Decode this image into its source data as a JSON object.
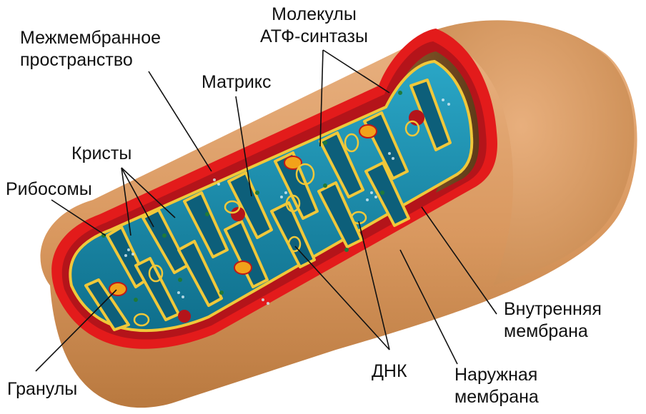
{
  "diagram": {
    "labels": {
      "intermembrane": [
        "Межмембранное",
        "пространство"
      ],
      "atp_synthase": [
        "Молекулы",
        "АТФ-синтазы"
      ],
      "matrix": [
        "Матрикс"
      ],
      "cristae": [
        "Кристы"
      ],
      "ribosomes": [
        "Рибосомы"
      ],
      "inner_membrane": [
        "Внутренняя",
        "мембрана"
      ],
      "dna": [
        "ДНК"
      ],
      "outer_membrane": [
        "Наружная",
        "мембрана"
      ],
      "granules": [
        "Гранулы"
      ]
    },
    "colors": {
      "outer_body": "#d9985f",
      "outer_body_shade": "#b9793f",
      "outer_rim": "#e31b1b",
      "intermembrane_space": "#b4141a",
      "matrix": "#1f93b4",
      "matrix_dark": "#0d5f7a",
      "inner_membrane": "#f0c83a",
      "granule": "#f2a21a",
      "ribosome": "#1f7a3a"
    }
  }
}
